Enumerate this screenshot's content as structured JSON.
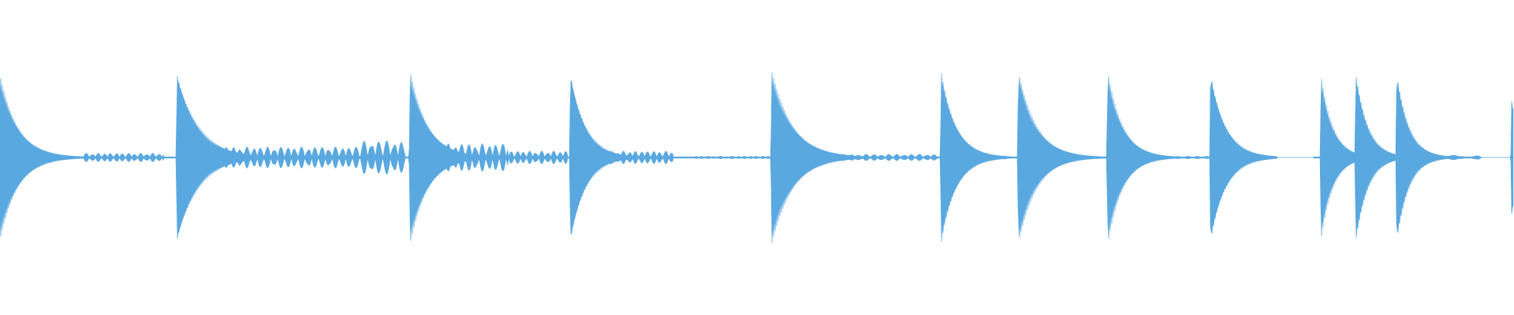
{
  "waveform": {
    "color": "#5aa8e0",
    "background": "#ffffff",
    "content_start": 0.0,
    "content_end": 1.0,
    "transients": [
      {
        "t": 0.0,
        "amp": 0.78,
        "decay": 0.012
      },
      {
        "t": 0.117,
        "amp": 0.82,
        "decay": 0.014
      },
      {
        "t": 0.271,
        "amp": 0.82,
        "decay": 0.012
      },
      {
        "t": 0.377,
        "amp": 0.82,
        "decay": 0.01
      },
      {
        "t": 0.51,
        "amp": 0.82,
        "decay": 0.014
      },
      {
        "t": 0.622,
        "amp": 0.82,
        "decay": 0.01
      },
      {
        "t": 0.673,
        "amp": 0.82,
        "decay": 0.012
      },
      {
        "t": 0.732,
        "amp": 0.82,
        "decay": 0.01
      },
      {
        "t": 0.8,
        "amp": 0.82,
        "decay": 0.01
      },
      {
        "t": 0.873,
        "amp": 0.78,
        "decay": 0.008
      },
      {
        "t": 0.896,
        "amp": 0.82,
        "decay": 0.008
      },
      {
        "t": 0.923,
        "amp": 0.82,
        "decay": 0.008
      },
      {
        "t": 0.999,
        "amp": 0.6,
        "decay": 0.004
      }
    ],
    "bursts": [
      {
        "start": 0.055,
        "end": 0.108,
        "amp": 0.04,
        "period": 0.004
      },
      {
        "start": 0.134,
        "end": 0.238,
        "amp": 0.1,
        "period": 0.0045
      },
      {
        "start": 0.238,
        "end": 0.268,
        "amp": 0.16,
        "period": 0.005
      },
      {
        "start": 0.285,
        "end": 0.336,
        "amp": 0.13,
        "period": 0.0045
      },
      {
        "start": 0.336,
        "end": 0.375,
        "amp": 0.06,
        "period": 0.004
      },
      {
        "start": 0.39,
        "end": 0.445,
        "amp": 0.06,
        "period": 0.004
      },
      {
        "start": 0.458,
        "end": 0.51,
        "amp": 0.012,
        "period": 0.004
      },
      {
        "start": 0.52,
        "end": 0.62,
        "amp": 0.03,
        "period": 0.005
      },
      {
        "start": 0.63,
        "end": 0.668,
        "amp": 0.015,
        "period": 0.004
      },
      {
        "start": 0.682,
        "end": 0.73,
        "amp": 0.012,
        "period": 0.004
      },
      {
        "start": 0.74,
        "end": 0.8,
        "amp": 0.012,
        "period": 0.006
      },
      {
        "start": 0.808,
        "end": 0.843,
        "amp": 0.012,
        "period": 0.008
      },
      {
        "start": 0.868,
        "end": 0.873,
        "amp": 0.006,
        "period": 0.004
      },
      {
        "start": 0.93,
        "end": 0.978,
        "amp": 0.02,
        "period": 0.02
      }
    ],
    "gaps": [
      {
        "start": 0.844,
        "end": 0.868
      },
      {
        "start": 0.979,
        "end": 0.998
      }
    ]
  }
}
